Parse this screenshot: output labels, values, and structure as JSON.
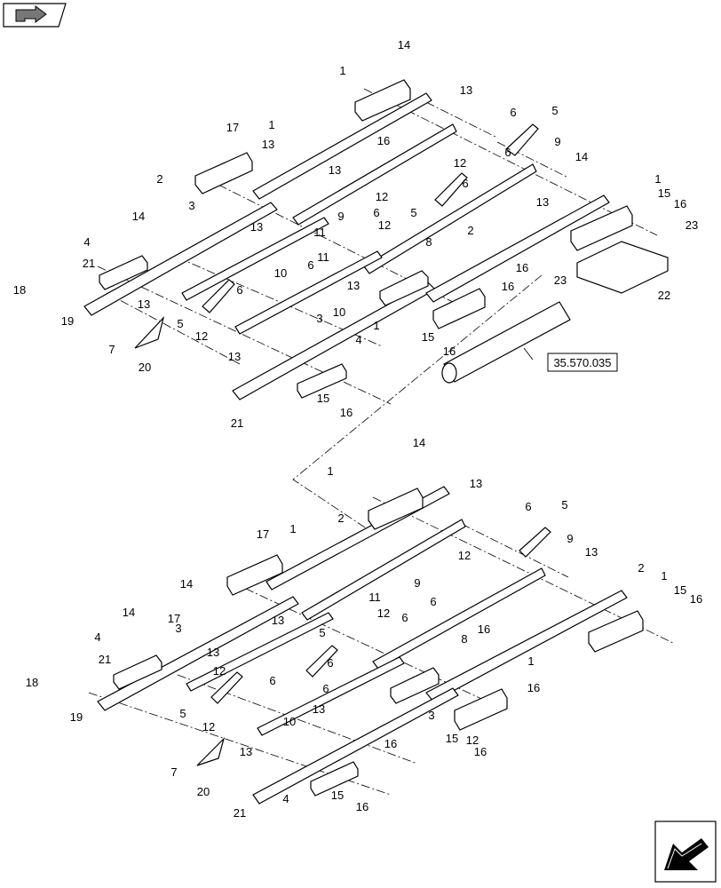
{
  "page": {
    "nav_icon_top": "book-arrow-icon",
    "nav_icon_bottom": "next-page-arrow-icon",
    "reference_link": "35.570.035"
  },
  "callouts_upper": [
    "14",
    "1",
    "13",
    "17",
    "1",
    "6",
    "5",
    "16",
    "9",
    "12",
    "6",
    "13",
    "14",
    "2",
    "13",
    "12",
    "6",
    "5",
    "13",
    "3",
    "13",
    "1",
    "15",
    "16",
    "14",
    "9",
    "6",
    "23",
    "4",
    "12",
    "11",
    "21",
    "2",
    "8",
    "18",
    "6",
    "16",
    "23",
    "13",
    "10",
    "11",
    "22",
    "13",
    "1",
    "6",
    "16",
    "19",
    "5",
    "10",
    "15",
    "16",
    "12",
    "13",
    "3",
    "7",
    "4",
    "20",
    "16",
    "15",
    "21",
    "16"
  ],
  "callouts_lower": [
    "14",
    "1",
    "13",
    "2",
    "6",
    "5",
    "17",
    "1",
    "12",
    "9",
    "13",
    "14",
    "9",
    "6",
    "2",
    "1",
    "15",
    "16",
    "11",
    "14",
    "16",
    "3",
    "12",
    "6",
    "13",
    "4",
    "17",
    "21",
    "8",
    "1",
    "12",
    "13",
    "6",
    "18",
    "6",
    "5",
    "16",
    "13",
    "6",
    "3",
    "12",
    "19",
    "5",
    "10",
    "16",
    "12",
    "15",
    "16",
    "13",
    "7",
    "20",
    "4",
    "15",
    "16",
    "21"
  ]
}
